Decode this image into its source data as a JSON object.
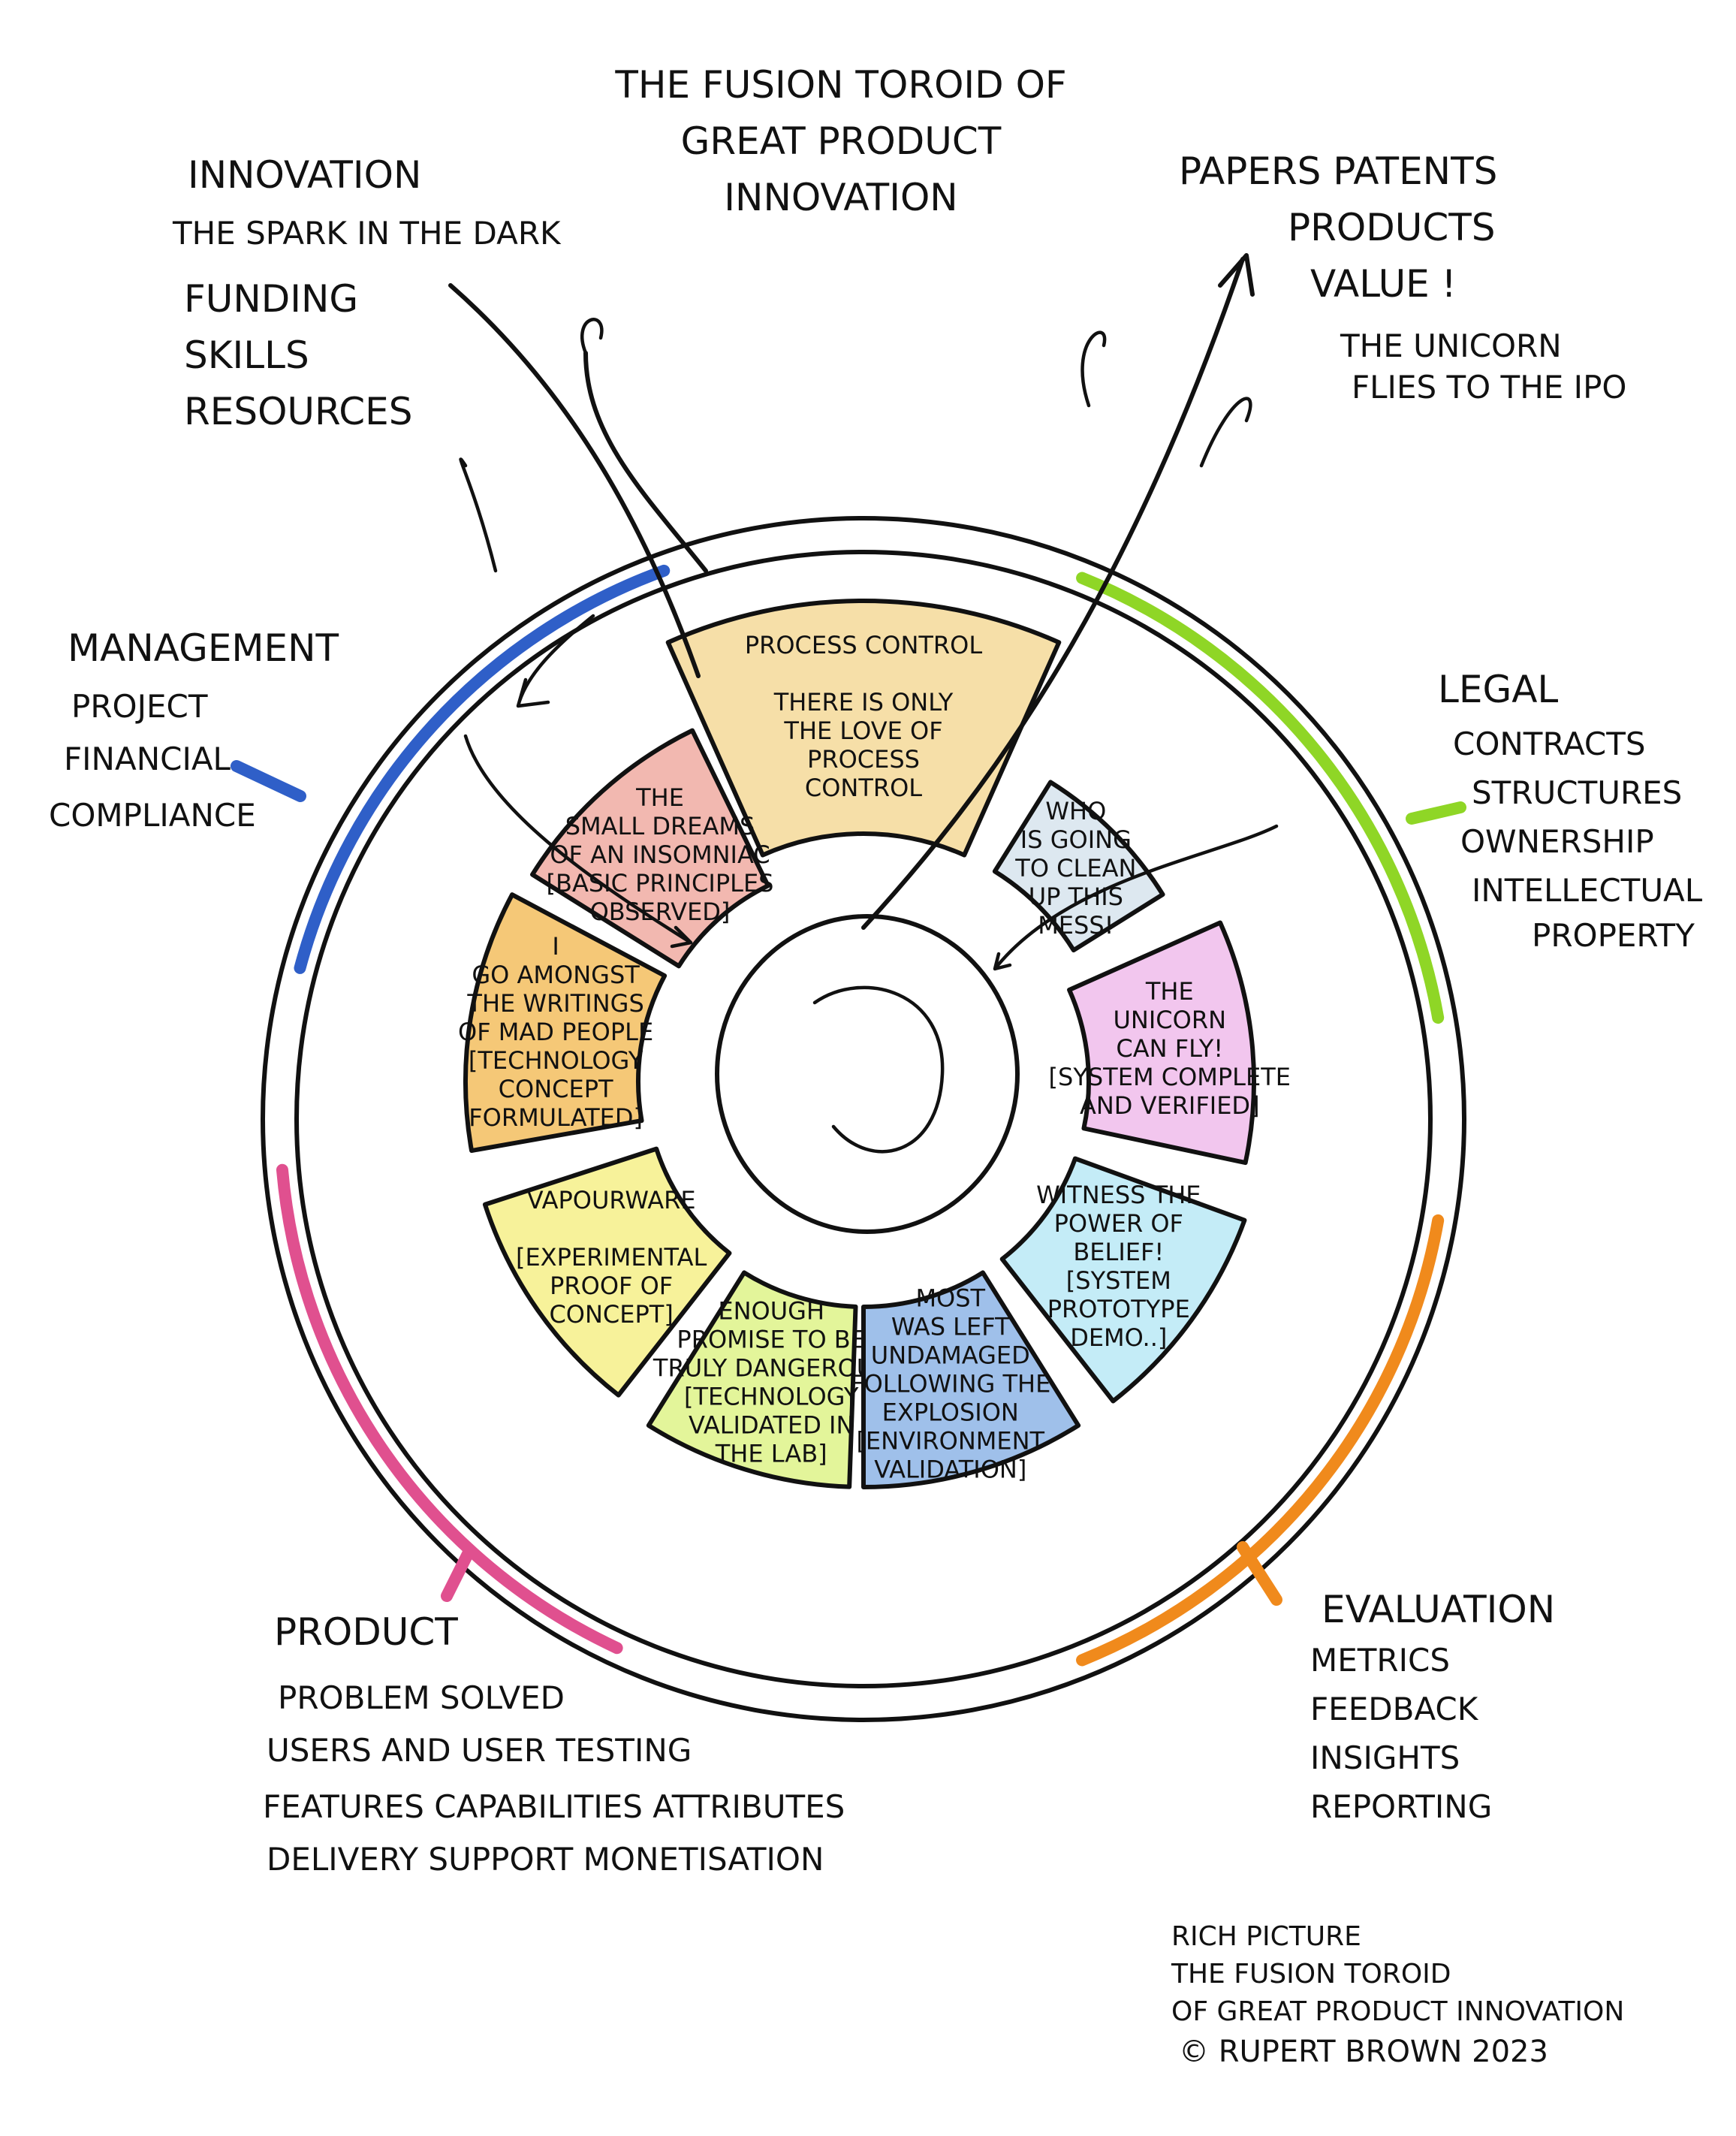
{
  "title": [
    "THE FUSION TOROID OF",
    "GREAT PRODUCT",
    "INNOVATION"
  ],
  "inputs": {
    "heading": "INNOVATION",
    "subheading": "THE SPARK IN THE DARK",
    "items": [
      "FUNDING",
      "SKILLS",
      "RESOURCES"
    ]
  },
  "outputs": {
    "lines": [
      "PAPERS  PATENTS",
      "PRODUCTS",
      "VALUE !"
    ],
    "tagline": [
      "THE UNICORN",
      "FLIES TO THE IPO"
    ]
  },
  "rings": [
    {
      "id": "management",
      "heading": "MANAGEMENT",
      "items": [
        "PROJECT",
        "FINANCIAL",
        "COMPLIANCE"
      ],
      "color": "#2f5fc8"
    },
    {
      "id": "legal",
      "heading": "LEGAL",
      "items": [
        "CONTRACTS",
        "STRUCTURES",
        "OWNERSHIP",
        "INTELLECTUAL",
        "PROPERTY"
      ],
      "color": "#8fd626"
    },
    {
      "id": "product",
      "heading": "PRODUCT",
      "items": [
        "PROBLEM SOLVED",
        "USERS AND USER TESTING",
        "FEATURES  CAPABILITIES  ATTRIBUTES",
        "DELIVERY  SUPPORT  MONETISATION"
      ],
      "color": "#e0508f"
    },
    {
      "id": "evaluation",
      "heading": "EVALUATION",
      "items": [
        "METRICS",
        "FEEDBACK",
        "INSIGHTS",
        "REPORTING"
      ],
      "color": "#f08a1c"
    }
  ],
  "segments": [
    {
      "id": "process-control",
      "lines": [
        "PROCESS CONTROL",
        "",
        "THERE IS ONLY",
        "THE LOVE OF",
        "PROCESS",
        "CONTROL"
      ],
      "color": "#f6dfa8"
    },
    {
      "id": "basic-principles",
      "lines": [
        "THE",
        "SMALL DREAMS",
        "OF AN INSOMNIAC",
        "[BASIC PRINCIPLES",
        "OBSERVED]"
      ],
      "color": "#f2b8b0"
    },
    {
      "id": "technology-concept",
      "lines": [
        "I",
        "GO AMONGST",
        "THE WRITINGS",
        "OF MAD PEOPLE",
        "[TECHNOLOGY",
        "CONCEPT",
        "FORMULATED]"
      ],
      "color": "#f5c877"
    },
    {
      "id": "proof-of-concept",
      "lines": [
        "VAPOURWARE",
        "",
        "[EXPERIMENTAL",
        "PROOF OF",
        "CONCEPT]"
      ],
      "color": "#f7f29a"
    },
    {
      "id": "lab-validation",
      "lines": [
        "ENOUGH",
        "PROMISE TO BE",
        "TRULY DANGEROUS",
        "[TECHNOLOGY",
        "VALIDATED IN",
        "THE LAB]"
      ],
      "color": "#e3f59a"
    },
    {
      "id": "environment-validation",
      "lines": [
        "MOST",
        "WAS LEFT",
        "UNDAMAGED",
        "FOLLOWING THE",
        "EXPLOSION",
        "[ENVIRONMENT",
        "VALIDATION]"
      ],
      "color": "#9fc0ea"
    },
    {
      "id": "prototype-demo",
      "lines": [
        "WITNESS THE",
        "POWER OF",
        "BELIEF!",
        "[SYSTEM",
        "PROTOTYPE",
        "DEMO..]"
      ],
      "color": "#c4ecf7"
    },
    {
      "id": "system-complete",
      "lines": [
        "THE",
        "UNICORN",
        "CAN FLY!",
        "[SYSTEM COMPLETE",
        "AND VERIFIED]"
      ],
      "color": "#f2c6ee"
    },
    {
      "id": "clean-up",
      "lines": [
        "WHO",
        "IS GOING",
        "TO CLEAN",
        "UP THIS",
        "MESS!"
      ],
      "color": "#dde8f0"
    }
  ],
  "footer": [
    "RICH PICTURE",
    "THE FUSION TOROID",
    "OF GREAT PRODUCT INNOVATION",
    "© RUPERT BROWN  2023"
  ]
}
